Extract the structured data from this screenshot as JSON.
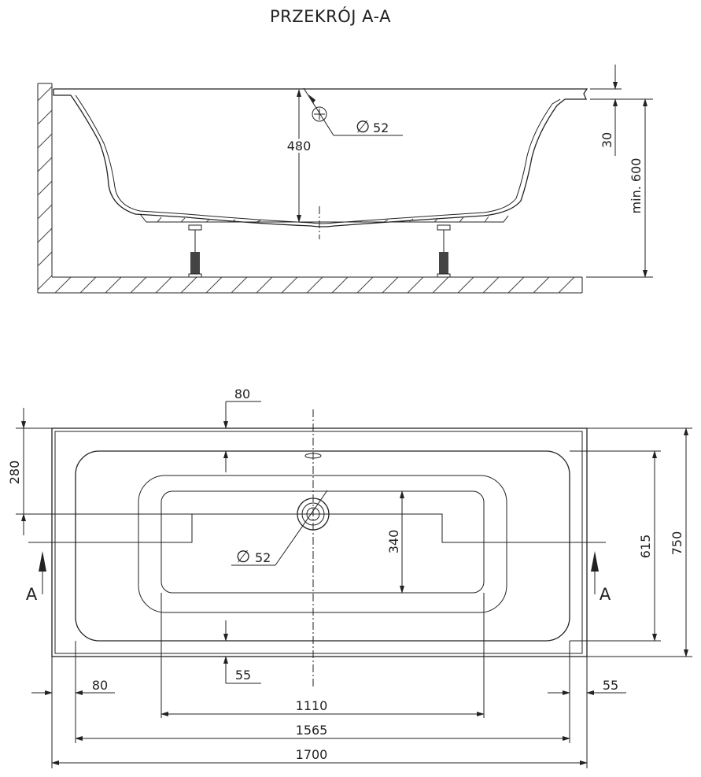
{
  "title": "PRZEKRÓJ A-A",
  "section_view": {
    "drain_diameter": "52",
    "depth": "480",
    "rim_thickness": "30",
    "min_height": "min. 600"
  },
  "plan_view": {
    "dim_80_top": "80",
    "dim_280": "280",
    "drain_diameter": "52",
    "dim_340": "340",
    "dim_615": "615",
    "dim_750": "750",
    "section_mark_left": "A",
    "section_mark_right": "A",
    "dim_55_bottom": "55",
    "dim_80_left": "80",
    "dim_55_right": "55",
    "dim_1110": "1110",
    "dim_1565": "1565",
    "dim_1700": "1700"
  },
  "diameter_symbol": "∅"
}
